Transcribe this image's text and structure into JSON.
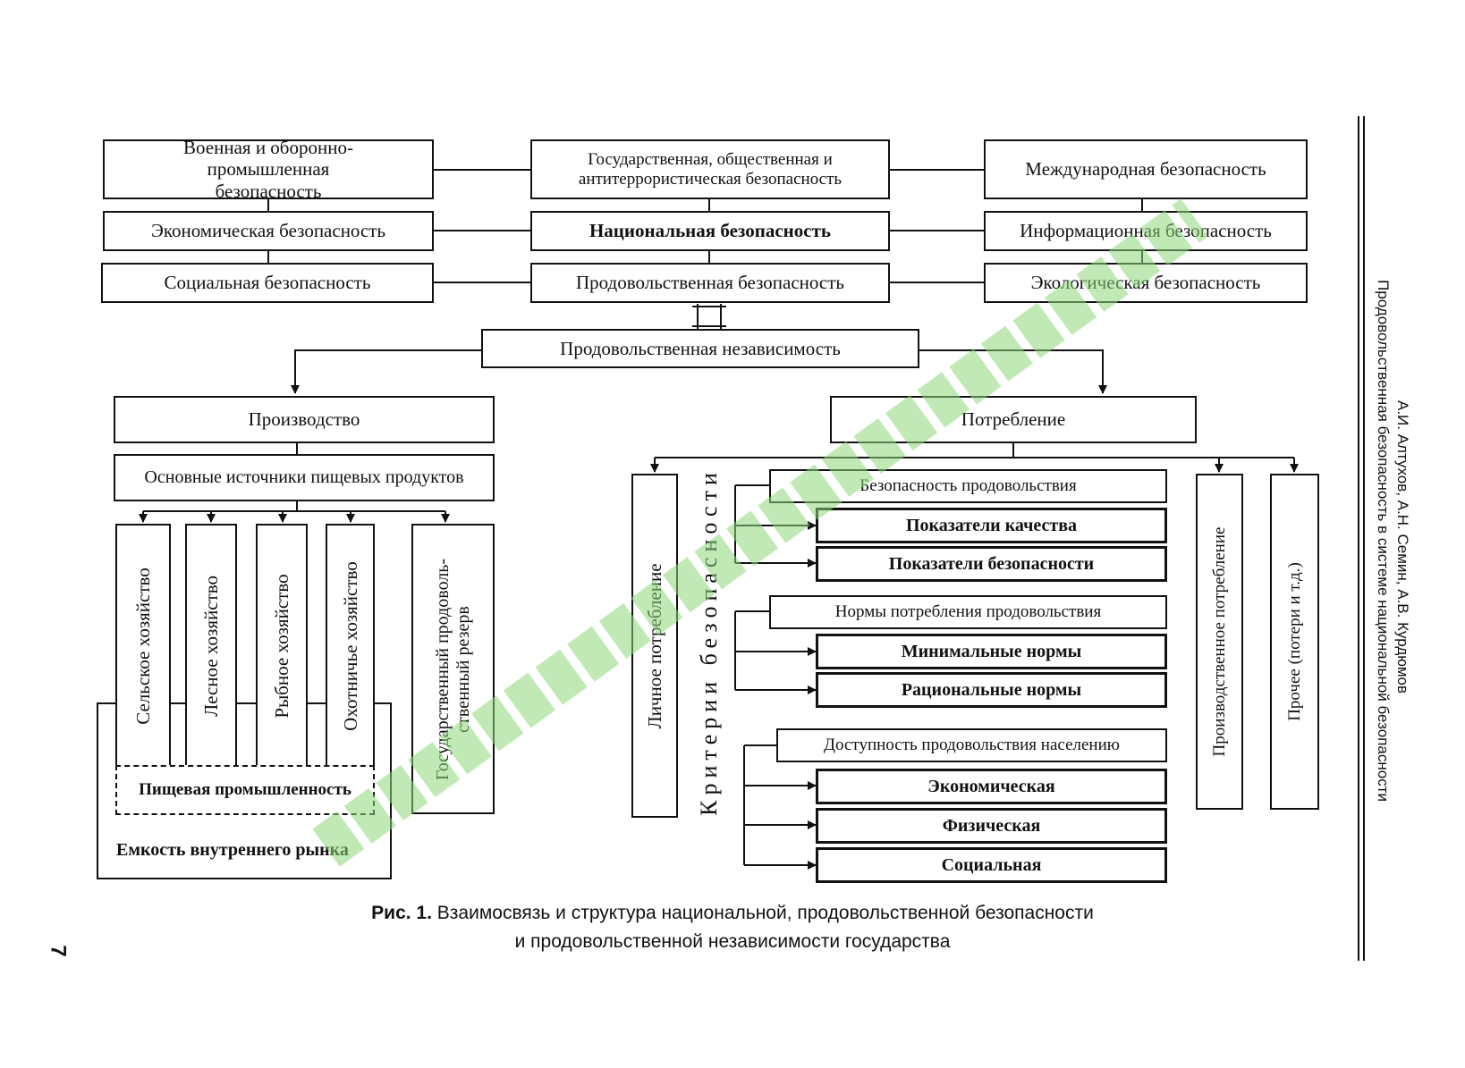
{
  "top_left": [
    {
      "label": "Военная и оборонно-промышленная безопасность"
    },
    {
      "label": "Экономическая безопасность"
    },
    {
      "label": "Социальная безопасность"
    }
  ],
  "top_center": [
    {
      "label": "Государственная, общественная и антитеррористическая безопасность"
    },
    {
      "label": "Национальная безопасность"
    },
    {
      "label": "Продовольственная безопасность"
    }
  ],
  "top_right": [
    {
      "label": "Международная безопасность"
    },
    {
      "label": "Информационная безопасность"
    },
    {
      "label": "Экологическая безопасность"
    }
  ],
  "independence": "Продовольственная независимость",
  "production": {
    "title": "Производство",
    "sources": "Основные источники пищевых продуктов",
    "branches": [
      "Сельское хозяйство",
      "Лесное хозяйство",
      "Рыбное хозяйство",
      "Охотничье хозяйство"
    ],
    "reserve_line1": "Государственный продоволь-",
    "reserve_line2": "ственный резерв",
    "food_industry": "Пищевая промышленность",
    "market": "Емкость внутреннего рынка"
  },
  "consumption": {
    "title": "Потребление",
    "personal": "Личное потребление",
    "industrial": "Производственное потребление",
    "other": "Прочее (потери и т.д.)",
    "criteria": "Критерии безопасности",
    "groups": [
      {
        "header": "Безопасность продовольствия",
        "items": [
          "Показатели качества",
          "Показатели безопасности"
        ]
      },
      {
        "header": "Нормы потребления продовольствия",
        "items": [
          "Минимальные нормы",
          "Рациональные нормы"
        ]
      },
      {
        "header": "Доступность продовольствия населению",
        "items": [
          "Экономическая",
          "Физическая",
          "Социальная"
        ]
      }
    ]
  },
  "caption": {
    "prefix": "Рис. 1.",
    "line1": "Взаимосвязь и структура национальной, продовольственной безопасности",
    "line2": "и продовольственной независимости государства"
  },
  "side_header": {
    "authors": "А.И. Алтухов, А.Н. Семин, А.В. Курдюмов",
    "title": "Продовольственная безопасность в системе национальной безопасности"
  },
  "page_number": "7"
}
